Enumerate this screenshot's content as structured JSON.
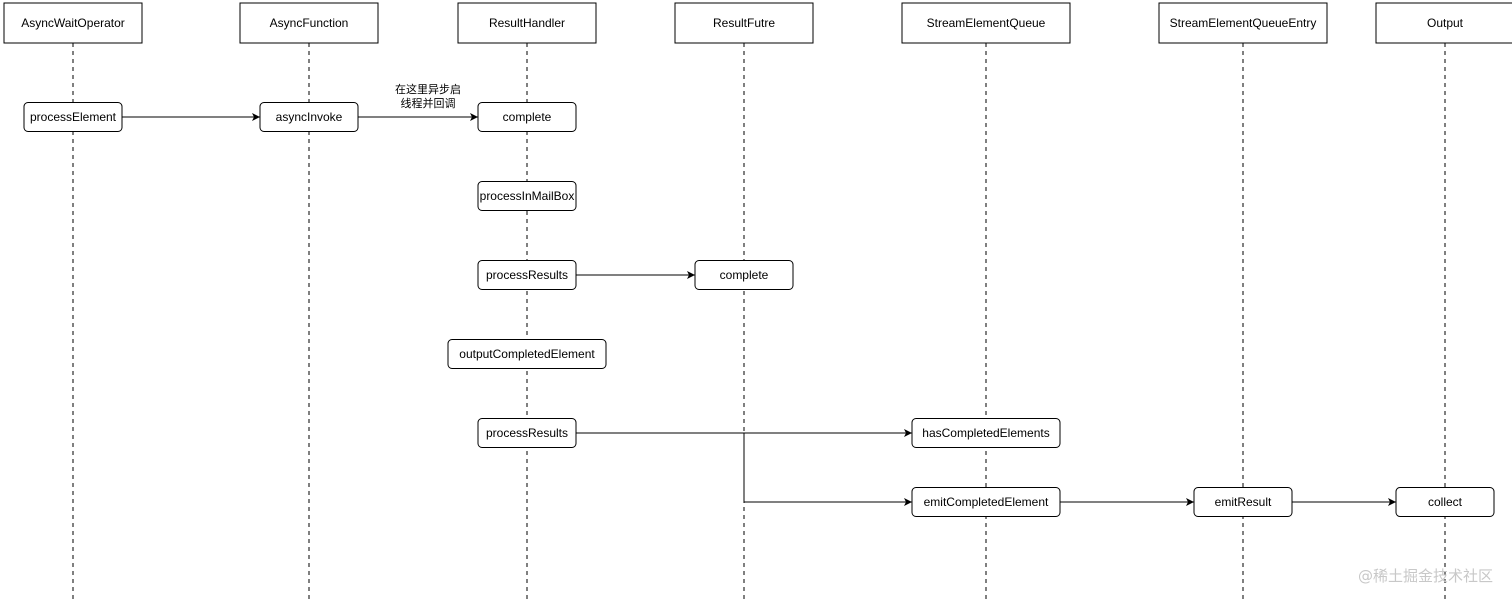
{
  "participants": [
    {
      "id": "async-wait-operator",
      "label": "AsyncWaitOperator"
    },
    {
      "id": "async-function",
      "label": "AsyncFunction"
    },
    {
      "id": "result-handler",
      "label": "ResultHandler"
    },
    {
      "id": "result-futre",
      "label": "ResultFutre"
    },
    {
      "id": "stream-element-queue",
      "label": "StreamElementQueue"
    },
    {
      "id": "stream-element-queue-entry",
      "label": "StreamElementQueueEntry"
    },
    {
      "id": "output",
      "label": "Output"
    }
  ],
  "activations": [
    {
      "id": "process-element",
      "participant": "async-wait-operator",
      "label": "processElement"
    },
    {
      "id": "async-invoke",
      "participant": "async-function",
      "label": "asyncInvoke"
    },
    {
      "id": "handler-complete",
      "participant": "result-handler",
      "label": "complete"
    },
    {
      "id": "process-in-mailbox",
      "participant": "result-handler",
      "label": "processInMailBox"
    },
    {
      "id": "process-results-1",
      "participant": "result-handler",
      "label": "processResults"
    },
    {
      "id": "future-complete",
      "participant": "result-futre",
      "label": "complete"
    },
    {
      "id": "output-completed-element",
      "participant": "result-handler",
      "label": "outputCompletedElement"
    },
    {
      "id": "process-results-2",
      "participant": "result-handler",
      "label": "processResults"
    },
    {
      "id": "has-completed-elements",
      "participant": "stream-element-queue",
      "label": "hasCompletedElements"
    },
    {
      "id": "emit-completed-element",
      "participant": "stream-element-queue",
      "label": "emitCompletedElement"
    },
    {
      "id": "emit-result",
      "participant": "stream-element-queue-entry",
      "label": "emitResult"
    },
    {
      "id": "collect",
      "participant": "output",
      "label": "collect"
    }
  ],
  "messages": [
    {
      "from": "process-element",
      "to": "async-invoke"
    },
    {
      "from": "async-invoke",
      "to": "handler-complete",
      "note": [
        "在这里异步启",
        "线程并回调"
      ]
    },
    {
      "from": "process-results-1",
      "to": "future-complete"
    },
    {
      "from": "process-results-2",
      "to": "has-completed-elements"
    },
    {
      "from": "process-results-2",
      "to": "emit-completed-element",
      "routing": "elbow"
    },
    {
      "from": "emit-completed-element",
      "to": "emit-result"
    },
    {
      "from": "emit-result",
      "to": "collect"
    }
  ],
  "watermark": "@稀土掘金技术社区"
}
